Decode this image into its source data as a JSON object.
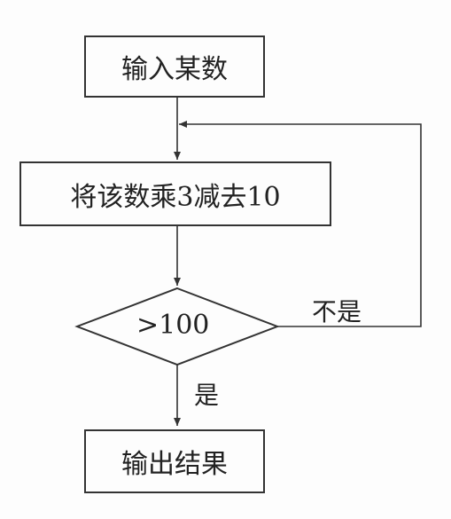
{
  "flowchart": {
    "input_step": "输入某数",
    "process_step": "将该数乘3减去10",
    "decision": ">100",
    "no_label": "不是",
    "yes_label": "是",
    "output_step": "输出结果"
  },
  "colors": {
    "line": "#333333",
    "text": "#222222",
    "background": "#fdfdfd"
  }
}
